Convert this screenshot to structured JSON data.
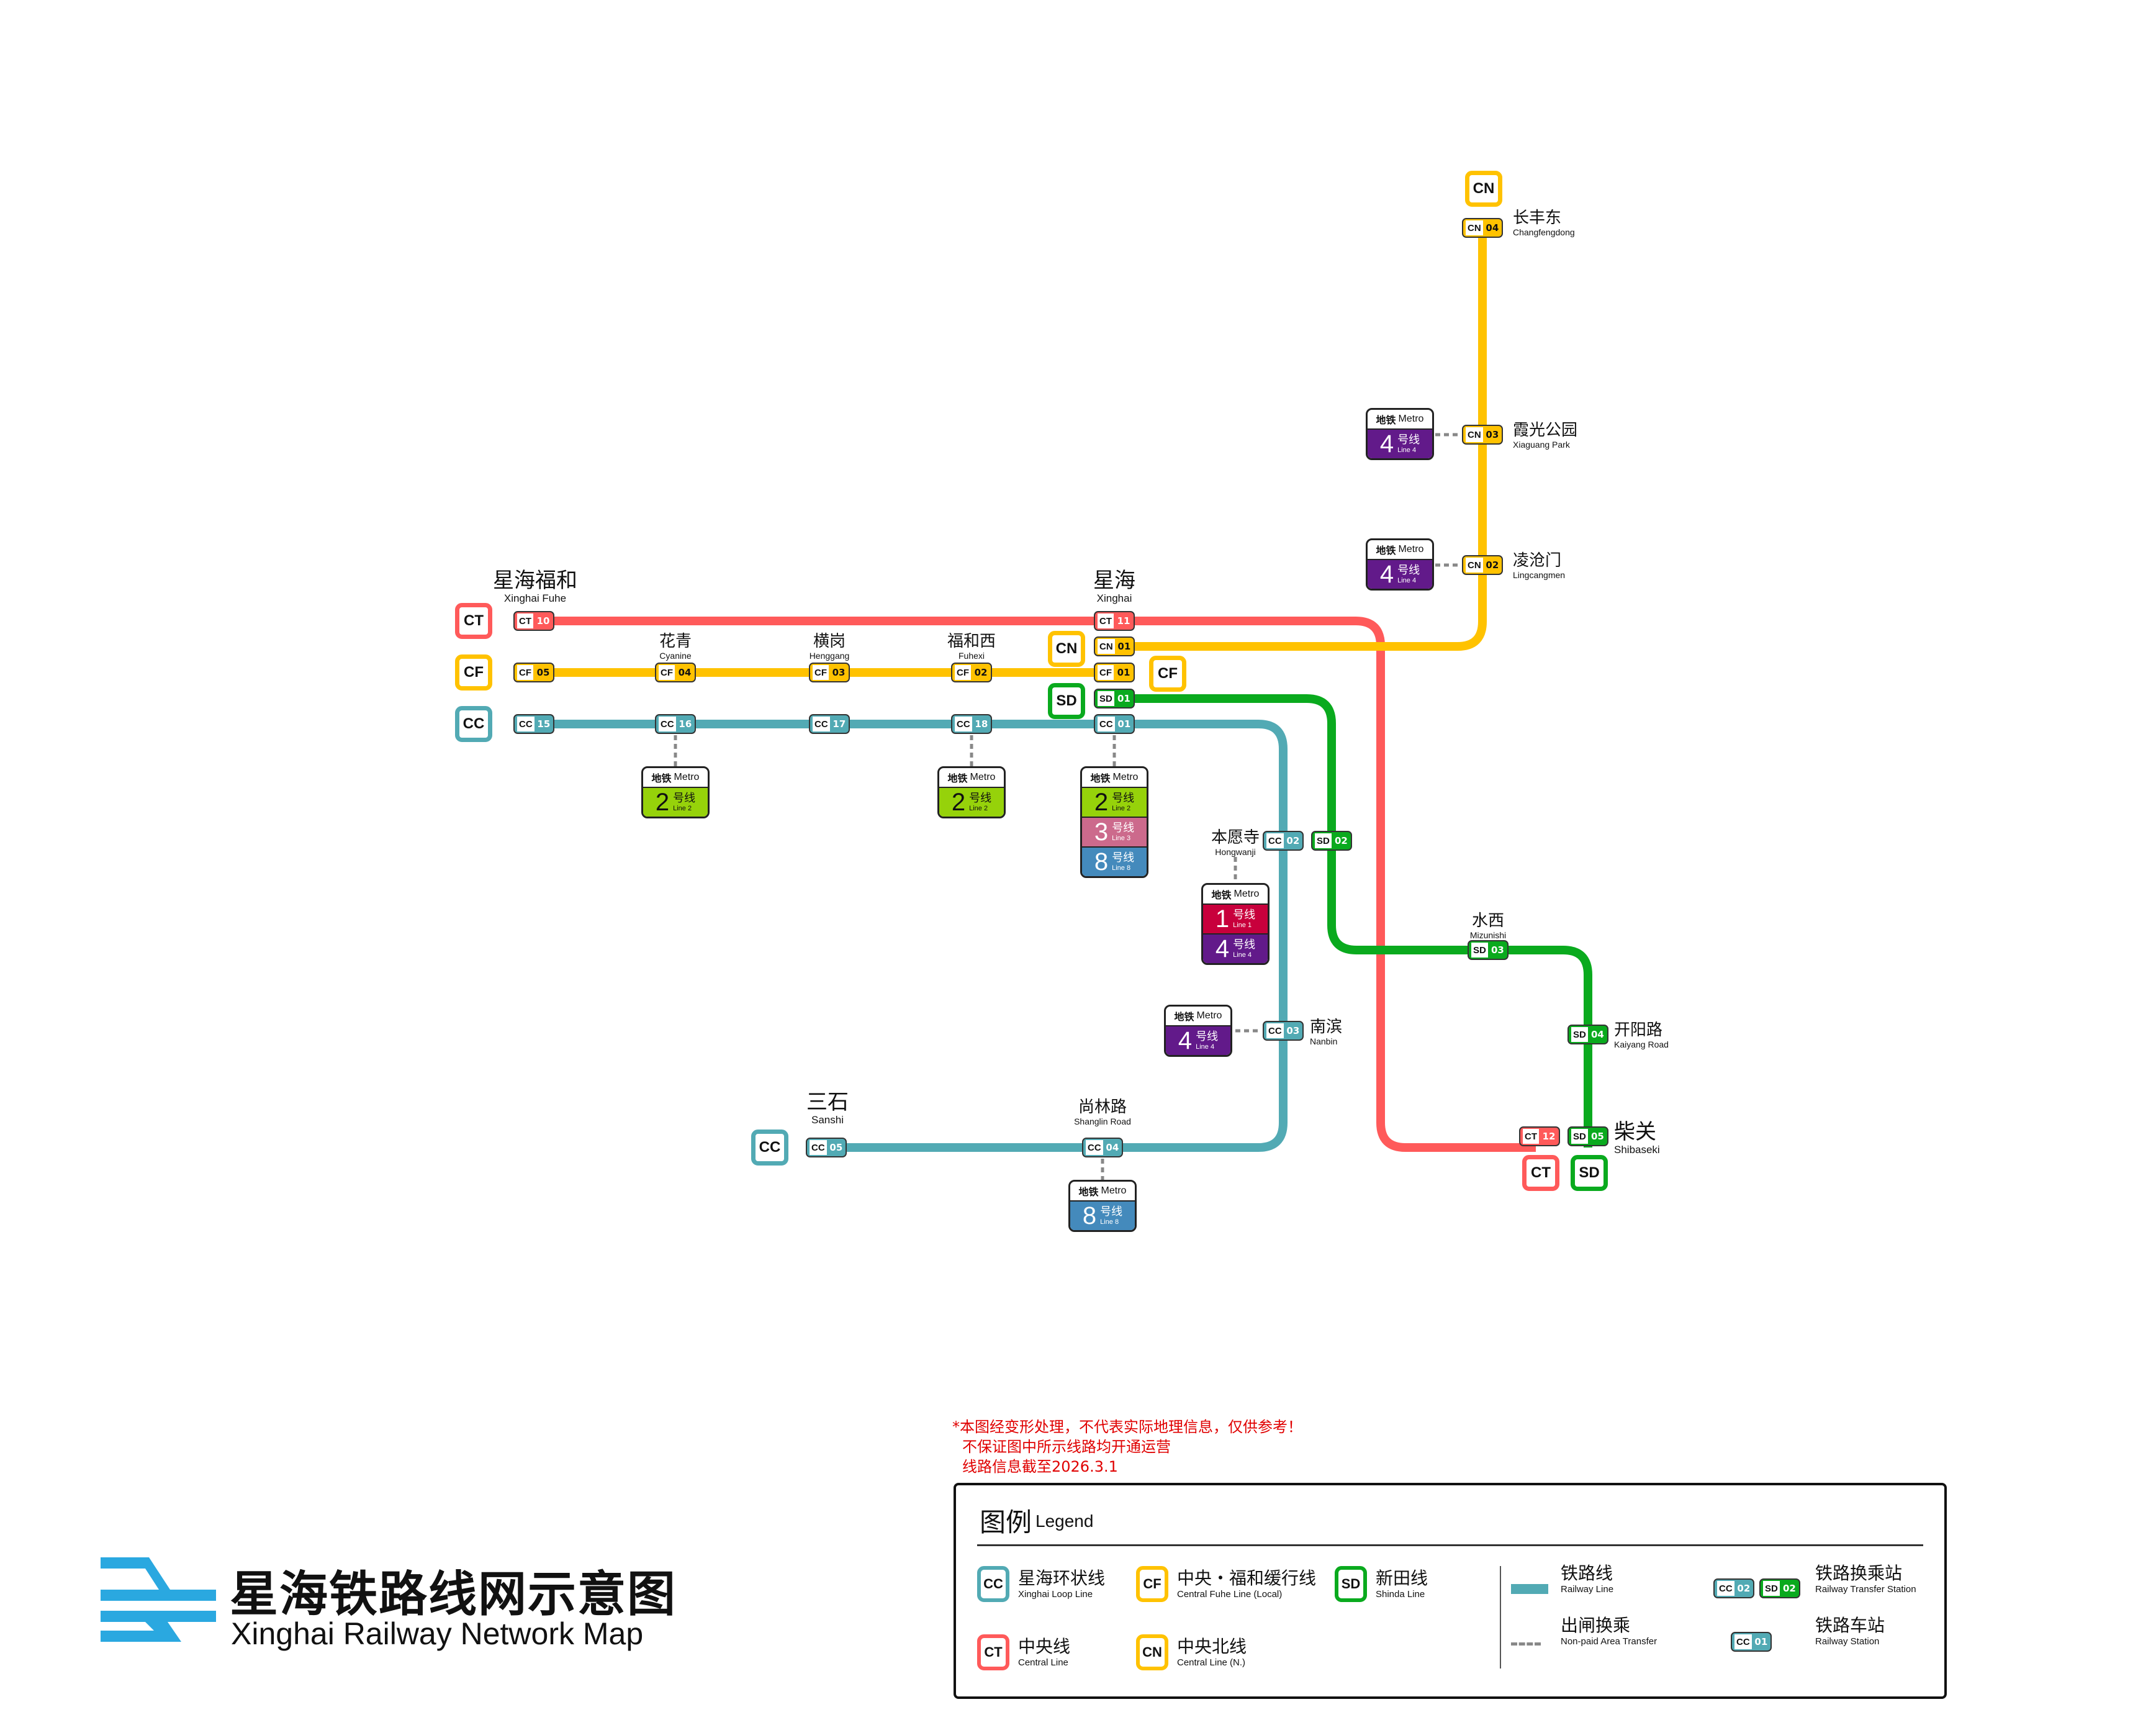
{
  "title": {
    "zh": "星海铁路线网示意图",
    "en": "Xinghai Railway Network Map",
    "logo_icon": "railway-fork-logo"
  },
  "colors": {
    "CT": "#ff5a5a",
    "CN": "#ffc200",
    "CF": "#ffc200",
    "SD": "#0aaa1e",
    "CC": "#52aab4",
    "metro_line_1": "#c8003c",
    "metro_line_2": "#96d20a",
    "metro_line_3": "#cc6a8c",
    "metro_line_4": "#621a8a",
    "metro_line_8": "#448abc",
    "transfer_dash": "#888888",
    "notes": "#e00000",
    "logo": "#2aa8e0"
  },
  "lines": {
    "CT": {
      "code": "CT",
      "zh": "中央线",
      "en": "Central Line"
    },
    "CN": {
      "code": "CN",
      "zh": "中央北线",
      "en": "Central Line (N.)"
    },
    "CF": {
      "code": "CF",
      "zh": "中央・福和缓行线",
      "en": "Central Fuhe Line (Local)"
    },
    "SD": {
      "code": "SD",
      "zh": "新田线",
      "en": "Shinda Line"
    },
    "CC": {
      "code": "CC",
      "zh": "星海环状线",
      "en": "Xinghai Loop Line"
    }
  },
  "line_badges": {
    "ct_west": "CT",
    "cf_west": "CF",
    "cc_west": "CC",
    "cn_xinghai": "CN",
    "cf_xinghai": "CF",
    "sd_xinghai": "SD",
    "cn_north": "CN",
    "cc_sanshi": "CC",
    "ct_shibaseki": "CT",
    "sd_shibaseki": "SD"
  },
  "stations": {
    "xinghai_fuhe": {
      "zh": "星海福和",
      "en": "Xinghai Fuhe",
      "codes": [
        {
          "line": "CT",
          "num": "10"
        },
        {
          "line": "CF",
          "num": "05"
        },
        {
          "line": "CC",
          "num": "15"
        }
      ]
    },
    "cyanine": {
      "zh": "花青",
      "en": "Cyanine",
      "codes": [
        {
          "line": "CF",
          "num": "04"
        },
        {
          "line": "CC",
          "num": "16"
        }
      ]
    },
    "henggang": {
      "zh": "横岗",
      "en": "Henggang",
      "codes": [
        {
          "line": "CF",
          "num": "03"
        },
        {
          "line": "CC",
          "num": "17"
        }
      ]
    },
    "fuhexi": {
      "zh": "福和西",
      "en": "Fuhexi",
      "codes": [
        {
          "line": "CF",
          "num": "02"
        },
        {
          "line": "CC",
          "num": "18"
        }
      ]
    },
    "xinghai": {
      "zh": "星海",
      "en": "Xinghai",
      "codes": [
        {
          "line": "CT",
          "num": "11"
        },
        {
          "line": "CN",
          "num": "01"
        },
        {
          "line": "CF",
          "num": "01"
        },
        {
          "line": "SD",
          "num": "01"
        },
        {
          "line": "CC",
          "num": "01"
        }
      ]
    },
    "changfengdong": {
      "zh": "长丰东",
      "en": "Changfengdong",
      "codes": [
        {
          "line": "CN",
          "num": "04"
        }
      ]
    },
    "xiaguang_park": {
      "zh": "霞光公园",
      "en": "Xiaguang Park",
      "codes": [
        {
          "line": "CN",
          "num": "03"
        }
      ]
    },
    "lingcangmen": {
      "zh": "凌沧门",
      "en": "Lingcangmen",
      "codes": [
        {
          "line": "CN",
          "num": "02"
        }
      ]
    },
    "hongwanji": {
      "zh": "本愿寺",
      "en": "Hongwanji",
      "codes": [
        {
          "line": "CC",
          "num": "02"
        },
        {
          "line": "SD",
          "num": "02"
        }
      ]
    },
    "nanbin": {
      "zh": "南滨",
      "en": "Nanbin",
      "codes": [
        {
          "line": "CC",
          "num": "03"
        }
      ]
    },
    "shanglin_road": {
      "zh": "尚林路",
      "en": "Shanglin Road",
      "codes": [
        {
          "line": "CC",
          "num": "04"
        }
      ]
    },
    "sanshi": {
      "zh": "三石",
      "en": "Sanshi",
      "codes": [
        {
          "line": "CC",
          "num": "05"
        }
      ]
    },
    "mizunishi": {
      "zh": "水西",
      "en": "Mizunishi",
      "codes": [
        {
          "line": "SD",
          "num": "03"
        }
      ]
    },
    "kaiyang_road": {
      "zh": "开阳路",
      "en": "Kaiyang Road",
      "codes": [
        {
          "line": "SD",
          "num": "04"
        }
      ]
    },
    "shibaseki": {
      "zh": "柴关",
      "en": "Shibaseki",
      "codes": [
        {
          "line": "CT",
          "num": "12"
        },
        {
          "line": "SD",
          "num": "05"
        }
      ]
    }
  },
  "metro": {
    "header_zh": "地铁",
    "header_en": "Metro",
    "line_suffix_zh": "号线",
    "transfers": {
      "cyanine": [
        {
          "num": "2",
          "en": "Line 2"
        }
      ],
      "fuhexi": [
        {
          "num": "2",
          "en": "Line 2"
        }
      ],
      "xinghai": [
        {
          "num": "2",
          "en": "Line 2"
        },
        {
          "num": "3",
          "en": "Line 3"
        },
        {
          "num": "8",
          "en": "Line 8"
        }
      ],
      "hongwanji": [
        {
          "num": "1",
          "en": "Line 1"
        },
        {
          "num": "4",
          "en": "Line 4"
        }
      ],
      "nanbin": [
        {
          "num": "4",
          "en": "Line 4"
        }
      ],
      "shanglin_road": [
        {
          "num": "8",
          "en": "Line 8"
        }
      ],
      "xiaguang_park": [
        {
          "num": "4",
          "en": "Line 4"
        }
      ],
      "lingcangmen": [
        {
          "num": "4",
          "en": "Line 4"
        }
      ]
    }
  },
  "notes": [
    "*本图经变形处理，不代表实际地理信息，仅供参考！",
    "不保证图中所示线路均开通运营",
    "线路信息截至2026.3.1"
  ],
  "legend": {
    "title_zh": "图例",
    "title_en": "Legend",
    "lines": [
      {
        "code": "CC",
        "zh": "星海环状线",
        "en": "Xinghai Loop Line"
      },
      {
        "code": "CF",
        "zh": "中央・福和缓行线",
        "en": "Central Fuhe Line (Local)"
      },
      {
        "code": "SD",
        "zh": "新田线",
        "en": "Shinda Line"
      },
      {
        "code": "CT",
        "zh": "中央线",
        "en": "Central Line"
      },
      {
        "code": "CN",
        "zh": "中央北线",
        "en": "Central Line (N.)"
      }
    ],
    "symbols": {
      "railway_line": {
        "zh": "铁路线",
        "en": "Railway Line"
      },
      "non_paid_transfer": {
        "zh": "出闸换乘",
        "en": "Non-paid Area Transfer"
      },
      "transfer_station": {
        "zh": "铁路换乘站",
        "en": "Railway Transfer Station",
        "sample": [
          {
            "line": "CC",
            "num": "02"
          },
          {
            "line": "SD",
            "num": "02"
          }
        ]
      },
      "station": {
        "zh": "铁路车站",
        "en": "Railway Station",
        "sample": [
          {
            "line": "CC",
            "num": "01"
          }
        ]
      }
    }
  }
}
